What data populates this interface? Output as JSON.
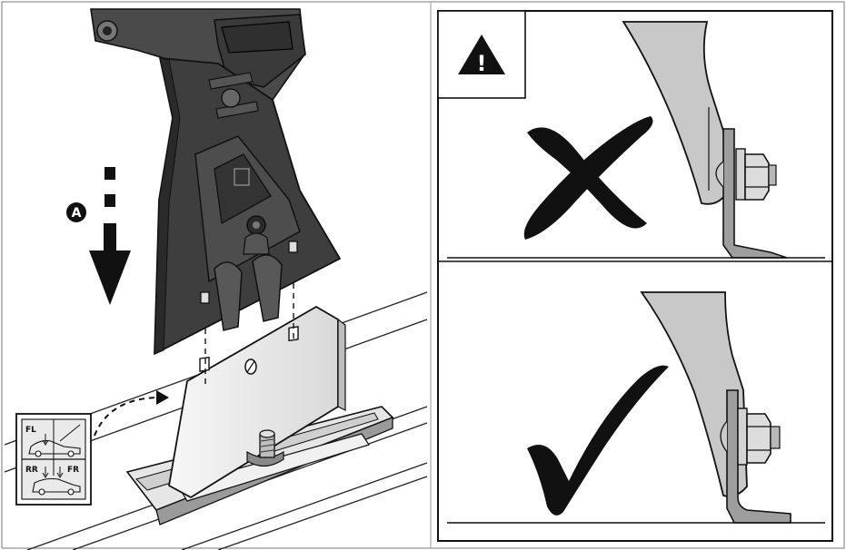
{
  "marker": {
    "label": "A"
  },
  "warning": {
    "symbol": "!"
  },
  "label_card": {
    "front_left": "FL",
    "rear_right": "RR",
    "front_right": "FR"
  },
  "panels": {
    "incorrect": {
      "mark": "cross-mark-icon"
    },
    "correct": {
      "mark": "check-mark-icon"
    }
  },
  "colors": {
    "dark_part": "#3a3a3a",
    "mid_part": "#6a6a6a",
    "light_part": "#d7d7d7",
    "line": "#111111"
  }
}
